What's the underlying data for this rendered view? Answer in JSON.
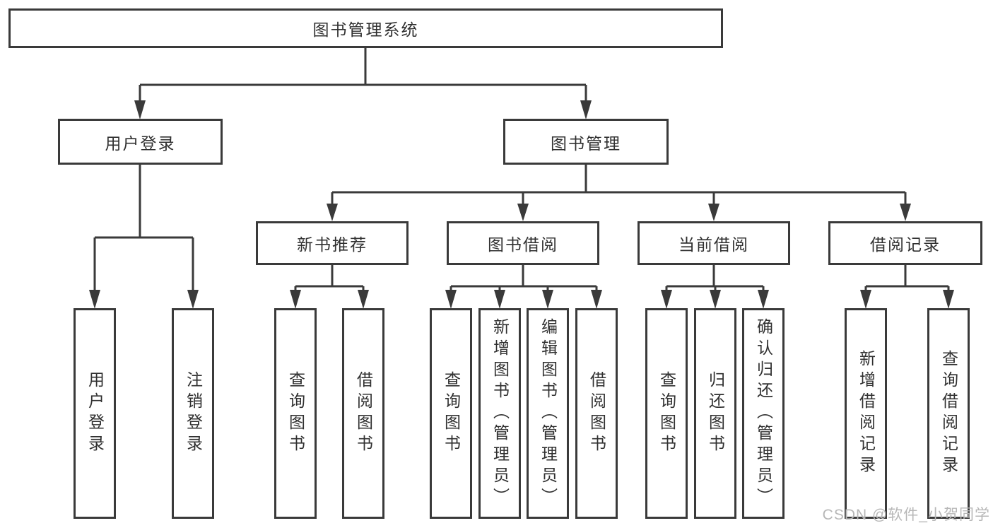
{
  "colors": {
    "line": "#3a3a3a",
    "text": "#303030",
    "box_background": "#ffffff",
    "watermark": "#b7b7b7"
  },
  "watermark": {
    "text": "CSDN @软件_小贺同学"
  },
  "diagram": {
    "root": {
      "label": "图书管理系统"
    },
    "level2": [
      {
        "label": "用户登录"
      },
      {
        "label": "图书管理"
      }
    ],
    "level3": [
      {
        "label": "新书推荐",
        "parent": "图书管理"
      },
      {
        "label": "图书借阅",
        "parent": "图书管理"
      },
      {
        "label": "当前借阅",
        "parent": "图书管理"
      },
      {
        "label": "借阅记录",
        "parent": "图书管理"
      }
    ],
    "leaves": [
      {
        "label": "用户登录",
        "parent": "用户登录"
      },
      {
        "label": "注销登录",
        "parent": "用户登录"
      },
      {
        "label": "查询图书",
        "parent": "新书推荐"
      },
      {
        "label": "借阅图书",
        "parent": "新书推荐"
      },
      {
        "label": "查询图书",
        "parent": "图书借阅"
      },
      {
        "label": "新增图书（管理员）",
        "parent": "图书借阅"
      },
      {
        "label": "编辑图书（管理员）",
        "parent": "图书借阅"
      },
      {
        "label": "借阅图书",
        "parent": "图书借阅"
      },
      {
        "label": "查询图书",
        "parent": "当前借阅"
      },
      {
        "label": "归还图书",
        "parent": "当前借阅"
      },
      {
        "label": "确认归还（管理员）",
        "parent": "当前借阅"
      },
      {
        "label": "新增借阅记录",
        "parent": "借阅记录"
      },
      {
        "label": "查询借阅记录",
        "parent": "借阅记录"
      }
    ]
  }
}
